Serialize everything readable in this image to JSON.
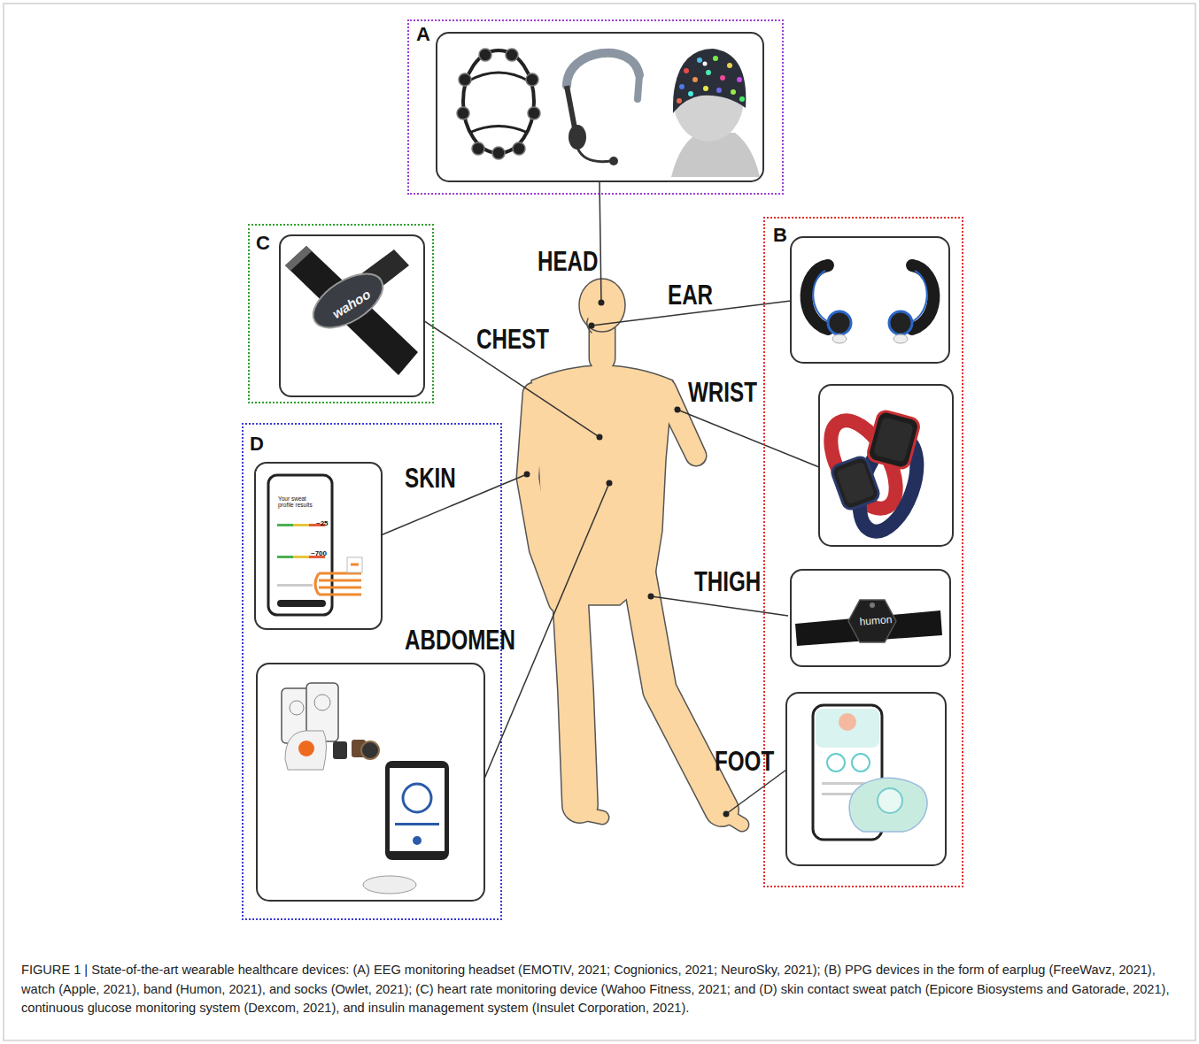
{
  "diagram": {
    "caption": "FIGURE 1 | State-of-the-art wearable healthcare devices: (A) EEG monitoring headset (EMOTIV, 2021; Cognionics, 2021; NeuroSky, 2021); (B) PPG devices in the form of earplug (FreeWavz, 2021), watch (Apple, 2021), band (Humon, 2021), and socks (Owlet, 2021); (C) heart rate monitoring device (Wahoo Fitness, 2021; and (D) skin contact sweat patch (Epicore Biosystems and Gatorade, 2021), continuous glucose monitoring system (Dexcom, 2021), and insulin management system (Insulet Corporation, 2021).",
    "nodes": [
      {
        "text": [
          "A"
        ]
      },
      {
        "text": [
          "B"
        ]
      },
      {
        "text": [
          "C"
        ]
      },
      {
        "text": [
          "D"
        ]
      },
      {
        "text": [
          "wahoo"
        ],
        "in": 2
      },
      {
        "text": [
          "humon"
        ],
        "in": 1
      },
      {
        "text": [
          "Your sweat profile results",
          "~25",
          "~700"
        ],
        "in": 3
      }
    ],
    "labels": [
      "HEAD",
      "EAR",
      "CHEST",
      "WRIST",
      "SKIN",
      "THIGH",
      "ABDOMEN",
      "FOOT"
    ]
  }
}
